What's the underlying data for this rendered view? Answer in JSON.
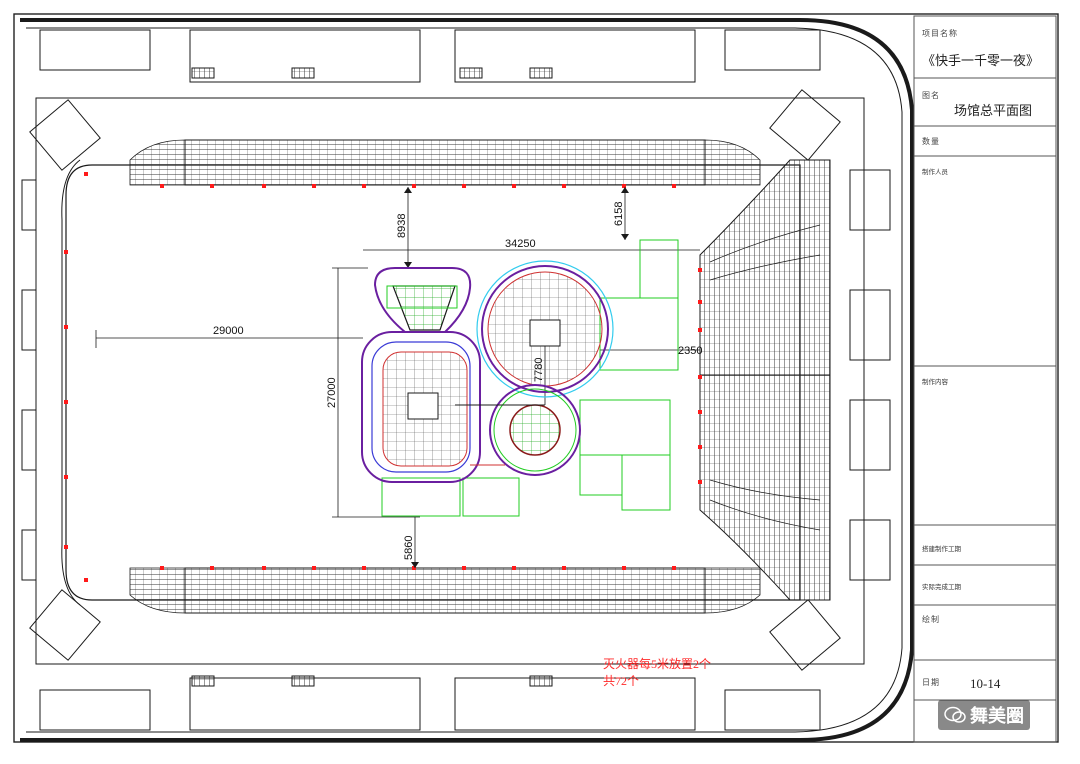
{
  "title_block": {
    "project_name_label": "项目名称",
    "project_name": "《快手一千零一夜》",
    "drawing_name_label": "图名",
    "drawing_name": "场馆总平面图",
    "quantity_label": "数量",
    "producer_label": "制作人员",
    "content_label": "制作内容",
    "build_date_label": "搭建制作工期",
    "finish_date_label": "实际完成工期",
    "drawn_by_label": "绘制",
    "date_label": "日期",
    "date_value": "10-14"
  },
  "dimensions": {
    "d_top_left": "8938",
    "d_top_right": "6158",
    "d_width": "34250",
    "d_left": "29000",
    "d_height": "27000",
    "d_center": "7780",
    "d_right": "2350",
    "d_bottom": "5860"
  },
  "notes": {
    "extinguisher_line1": "灭火器每5米放置2个",
    "extinguisher_line2": "共72个"
  },
  "watermark": {
    "text": "舞美圈"
  },
  "colors": {
    "line": "#1a1a1a",
    "stage_outline": "#6a1fa0",
    "stage_inner": "#3b3bd6",
    "grid_red": "#d03030",
    "green": "#22cc22",
    "cyan": "#33ccee",
    "extinguisher": "#ff1a1a"
  }
}
